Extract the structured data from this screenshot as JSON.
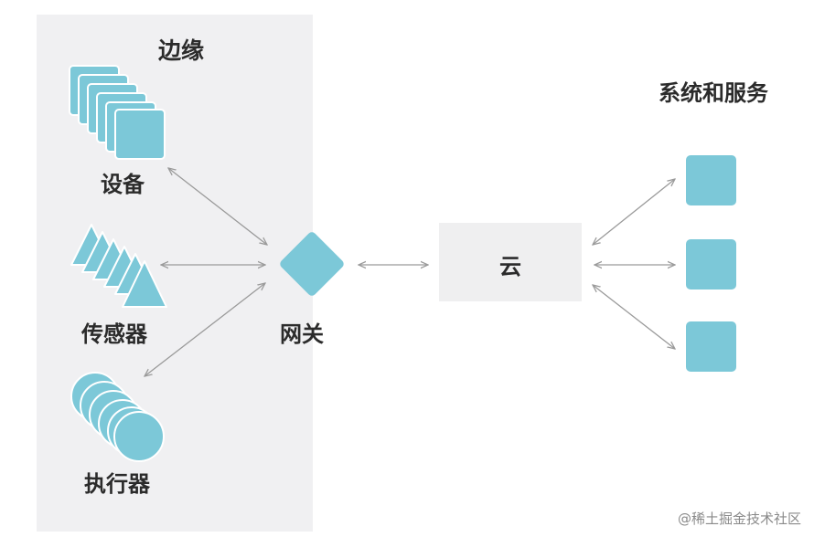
{
  "diagram": {
    "edge_title": "边缘",
    "devices_label": "设备",
    "sensors_label": "传感器",
    "actuators_label": "执行器",
    "gateway_label": "网关",
    "cloud_label": "云",
    "services_title": "系统和服务",
    "watermark": "@稀土掘金技术社区"
  },
  "colors": {
    "node": "#7cc8d8",
    "node_edge": "#ffffff",
    "edge_panel": "#f0f0f2",
    "cloud_box": "#efeff0",
    "arrow": "#9a9a9a",
    "text": "#2b2b2b"
  }
}
